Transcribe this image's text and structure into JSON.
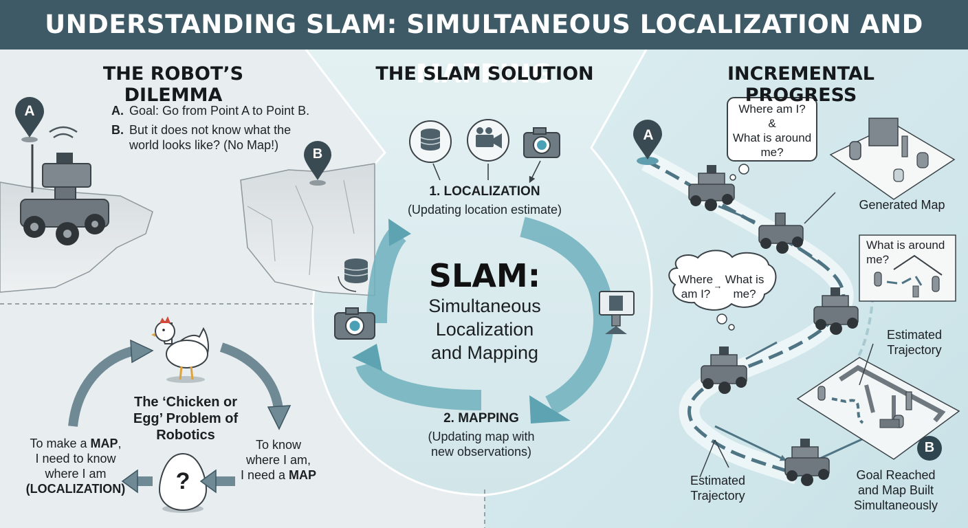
{
  "title": "UNDERSTANDING SLAM: SIMULTANEOUS LOCALIZATION AND MAPPING",
  "left": {
    "heading": "THE ROBOT’S DILEMMA",
    "point_a": "A",
    "point_b": "B",
    "goal_marker": "A.",
    "goal_text": "Goal: Go from Point A to Point B.",
    "nomap_marker": "B.",
    "nomap_line1": "But it does not know what the",
    "nomap_line2": "world looks like? (No Map!)",
    "chicken_line1": "The ‘Chicken or",
    "chicken_line2": "Egg’ Problem of",
    "chicken_line3": "Robotics",
    "map_line1_pre": "To make a ",
    "map_word": "MAP",
    "map_line1_post": ",",
    "map_line2": "I need to know",
    "map_line3": "where I am",
    "map_line4": "(LOCALIZATION)",
    "where_line1": "To know",
    "where_line2": "where I am,",
    "where_line3_pre": "I need a ",
    "where_word": "MAP",
    "egg_mark": "?"
  },
  "center": {
    "heading": "THE SLAM SOLUTION",
    "step1_title": "1. LOCALIZATION",
    "step1_sub": "(Updating location estimate)",
    "slam_title": "SLAM:",
    "slam_line1": "Simultaneous",
    "slam_line2": "Localization",
    "slam_line3": "and Mapping",
    "step2_title": "2. MAPPING",
    "step2_sub1": "(Updating map with",
    "step2_sub2": "new observations)"
  },
  "right": {
    "heading": "INCREMENTAL PROGRESS",
    "point_a": "A",
    "point_b": "B",
    "bubble1_line1": "Where am I?",
    "bubble1_line2": "&",
    "bubble1_line3": "What is around",
    "bubble1_line4": "me?",
    "generated_map": "Generated Map",
    "bubble2_line1": "What is around",
    "bubble2_line2": "me?",
    "bubble3_left1": "Where",
    "bubble3_left2": "am I?",
    "bubble3_arrow": "→",
    "bubble3_right1": "What is",
    "bubble3_right2": "me?",
    "est_traj_1a": "Estimated",
    "est_traj_1b": "Trajectory",
    "est_traj_2a": "Estimated",
    "est_traj_2b": "Trajectory",
    "goal_line1": "Goal Reached",
    "goal_line2": "and Map Built",
    "goal_line3": "Simultaneously"
  },
  "colors": {
    "banner": "#3d5a66",
    "teal_arrow": "#6fb0bd",
    "slate_arrow": "#6f8a95",
    "robot_body": "#7c858b",
    "panel_right": "#d5e9ec",
    "panel_center": "#dcecef"
  },
  "icons": [
    "location-pin-icon",
    "robot-icon",
    "chicken-icon",
    "egg-icon",
    "database-icon",
    "video-camera-icon",
    "camera-icon",
    "lidar-sensor-icon",
    "thought-bubble-icon",
    "map-grid-icon"
  ]
}
